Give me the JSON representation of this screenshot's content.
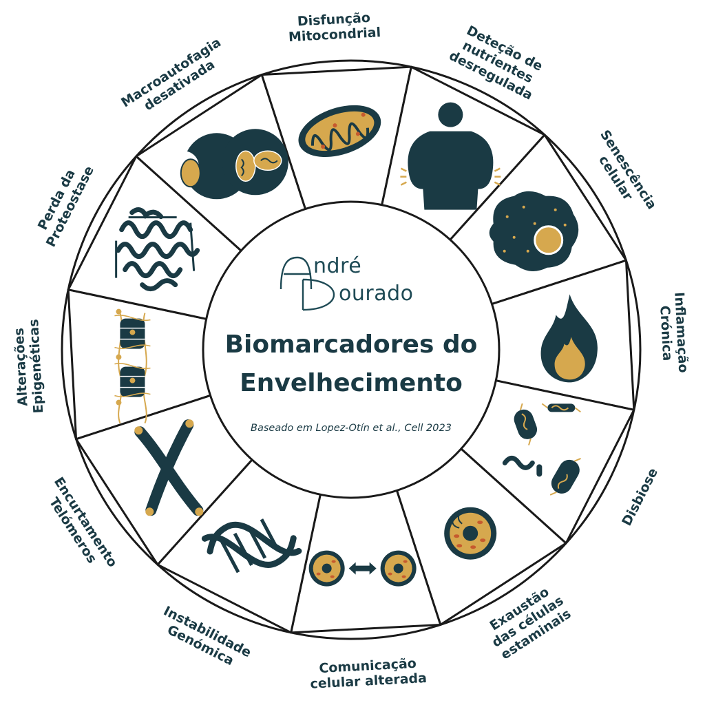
{
  "center": {
    "logo_top": "ndré",
    "logo_bottom": "ourado",
    "title_line1": "Biomarcadores do",
    "title_line2": "Envelhecimento",
    "subtitle": "Baseado em Lopez-Otín et al., Cell 2023"
  },
  "segments": [
    {
      "id": "alteracoes-epigeneticas",
      "icon": "nucleosome-icon",
      "lines": [
        "Alterações",
        "Epigenéticas"
      ]
    },
    {
      "id": "perda-proteostase",
      "icon": "protein-icon",
      "lines": [
        "Perda da",
        "Proteostase"
      ]
    },
    {
      "id": "macroautofagia",
      "icon": "autophagy-icon",
      "lines": [
        "Macroautofagia",
        "desativada"
      ]
    },
    {
      "id": "disfuncao-mitocondrial",
      "icon": "mitochondria-icon",
      "lines": [
        "Disfunção",
        "Mitocondrial"
      ]
    },
    {
      "id": "detecao-nutrientes",
      "icon": "obese-person-icon",
      "lines": [
        "Deteção de",
        "nutrientes",
        "desregulada"
      ]
    },
    {
      "id": "senescencia-celular",
      "icon": "senescent-cell-icon",
      "lines": [
        "Senescência",
        "celular"
      ]
    },
    {
      "id": "inflamacao-cronica",
      "icon": "flame-icon",
      "lines": [
        "Inflamação",
        "Crónica"
      ]
    },
    {
      "id": "disbiose",
      "icon": "bacteria-icon",
      "lines": [
        "Disbiose"
      ]
    },
    {
      "id": "exaustao-celulas",
      "icon": "stem-cell-icon",
      "lines": [
        "Exaustão",
        "das células",
        "estaminais"
      ]
    },
    {
      "id": "comunicacao-celular",
      "icon": "cell-communication-icon",
      "lines": [
        "Comunicação",
        "celular alterada"
      ]
    },
    {
      "id": "instabilidade-genomica",
      "icon": "dna-icon",
      "lines": [
        "Instabilidade",
        "Genómica"
      ]
    },
    {
      "id": "encurtamento-telomeros",
      "icon": "chromosome-icon",
      "lines": [
        "Encurtamento",
        "Telómeros"
      ]
    }
  ],
  "colors": {
    "dark": "#1a3a44",
    "gold": "#d6a84e",
    "line": "#1a1a1a",
    "logo": "#1e4a55"
  }
}
